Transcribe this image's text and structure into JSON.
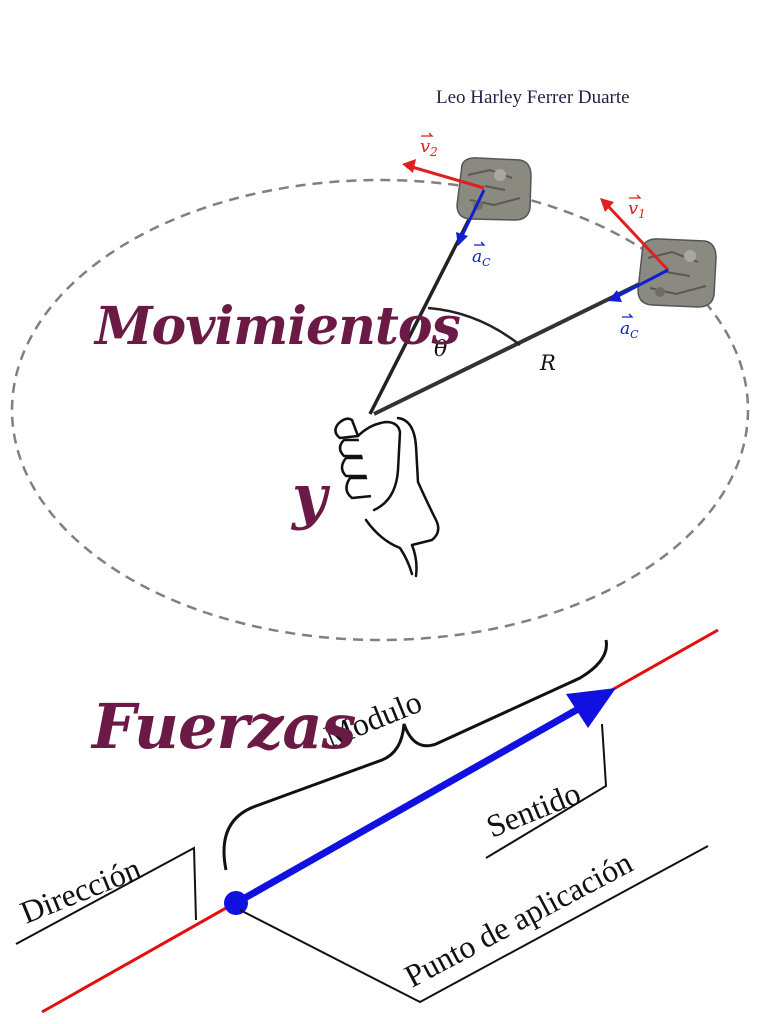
{
  "author": "Leo Harley Ferrer Duarte",
  "title": {
    "line1": "Movimientos",
    "line2": "y",
    "line3": "Fuerzas"
  },
  "circular_motion": {
    "velocity_1": "v₁",
    "velocity_2": "v₂",
    "accel_1": "aC",
    "accel_2": "aC",
    "angle": "θ",
    "radius": "R"
  },
  "force_vector": {
    "magnitude": "Modulo",
    "sense": "Sentido",
    "direction": "Dirección",
    "application_point": "Punto de aplicación"
  },
  "colors": {
    "title": "#6b1a45",
    "velocity": "#e02020",
    "acceleration": "#1020d0",
    "line_of_action": "#e01010",
    "vector": "#1010e0"
  }
}
